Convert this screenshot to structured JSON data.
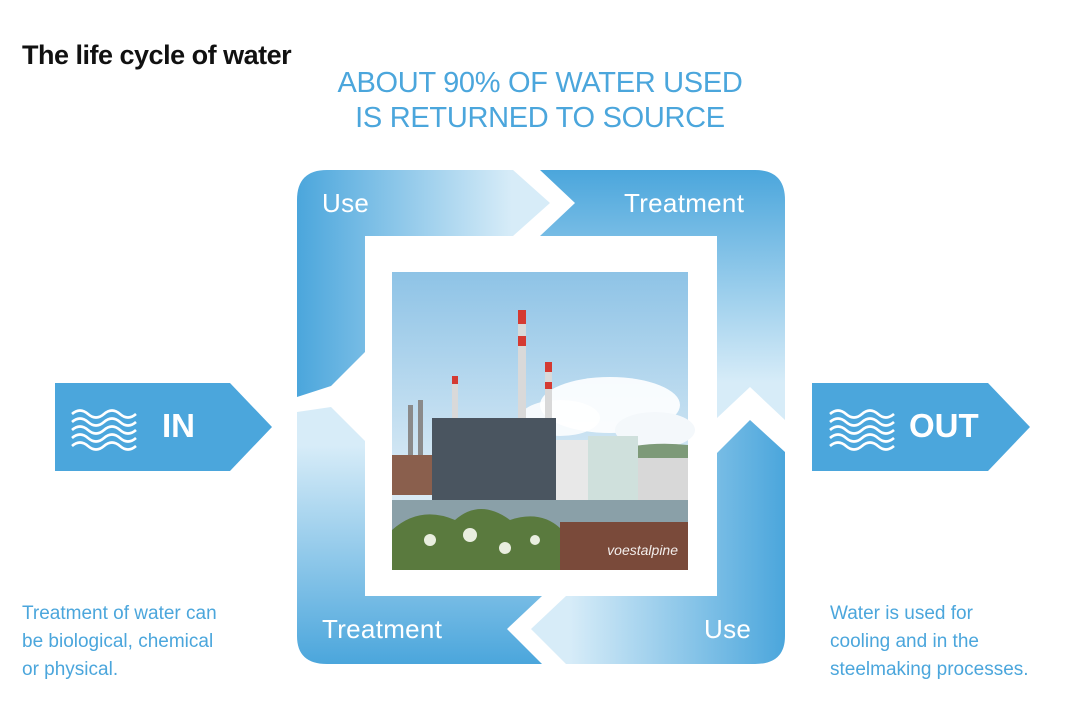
{
  "title": "The life cycle of water",
  "headline": [
    "ABOUT 90% OF WATER USED",
    "IS RETURNED TO SOURCE"
  ],
  "cycle": {
    "top_left": "Use",
    "top_right": "Treatment",
    "bottom_left": "Treatment",
    "bottom_right": "Use"
  },
  "in_label": "IN",
  "out_label": "OUT",
  "photo_credit": "voestalpine",
  "note_left": [
    "Treatment of water can",
    "be biological, chemical",
    "or physical."
  ],
  "note_right": [
    "Water is used for",
    "cooling and in the",
    "steelmaking processes."
  ],
  "colors": {
    "blue": "#4ba6dc",
    "light_blue": "#d7ecf8"
  },
  "icons": {
    "water": "water-waves-icon"
  }
}
